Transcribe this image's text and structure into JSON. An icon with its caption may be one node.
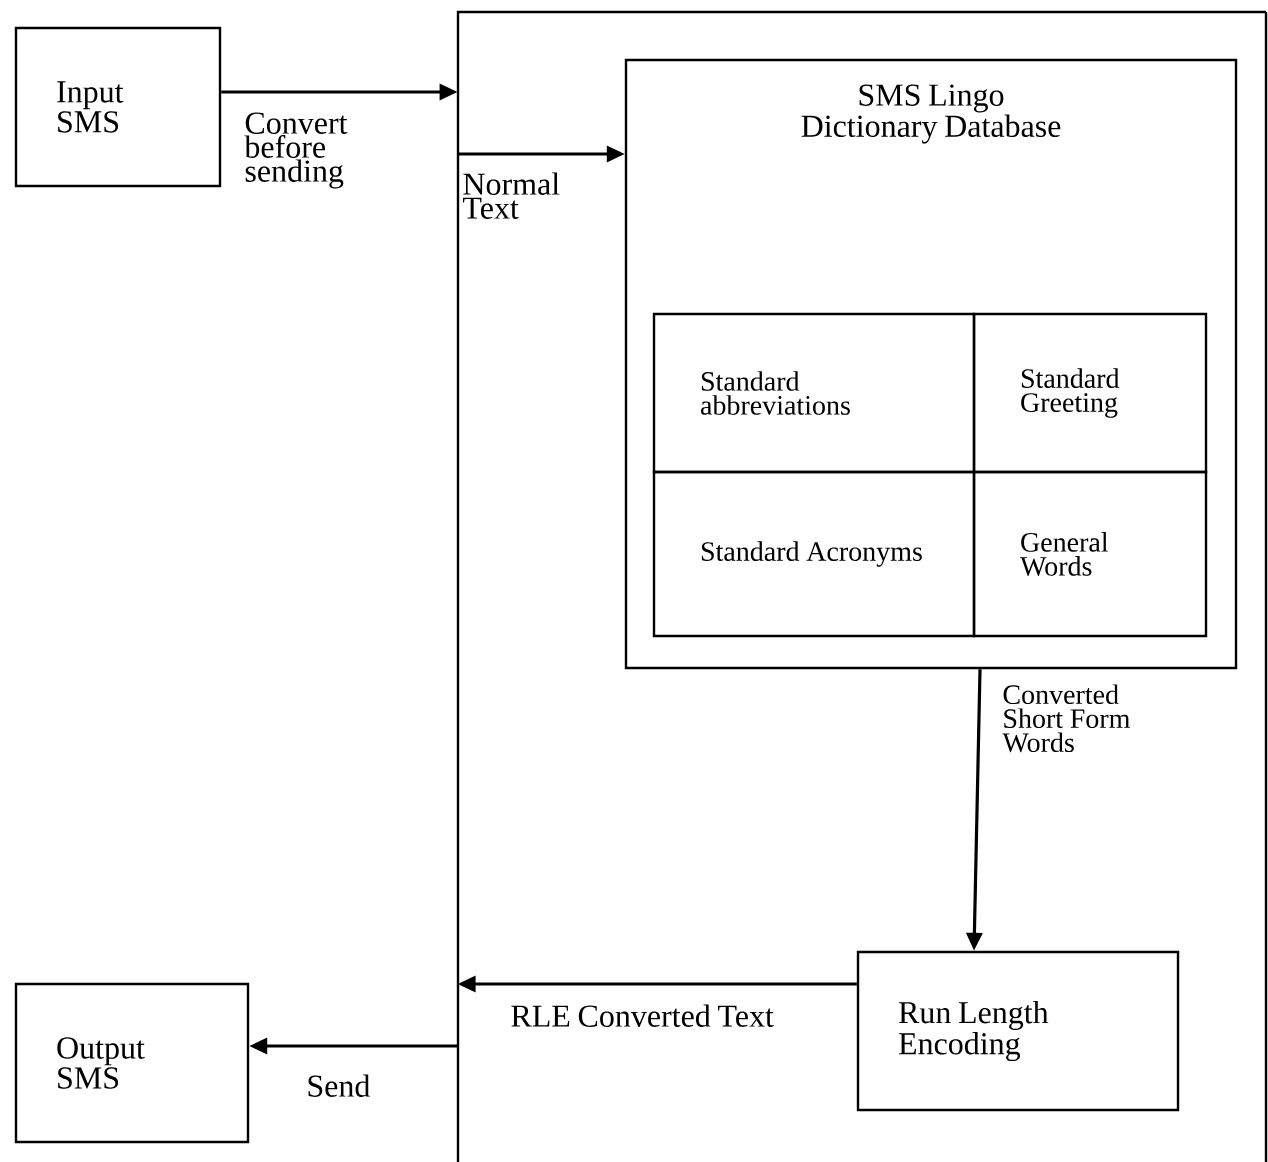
{
  "diagram": {
    "nodes": [
      {
        "text": [
          "Input SMS"
        ]
      },
      {
        "text": [],
        "shape": "box"
      },
      {
        "text": [
          "SMS Lingo Dictionary Database"
        ],
        "in": 1
      },
      {
        "text": [
          "Standard abbreviations"
        ],
        "in": 2
      },
      {
        "text": [
          "Standard Greeting"
        ],
        "in": 2
      },
      {
        "text": [
          "Standard Acronyms"
        ],
        "in": 2
      },
      {
        "text": [
          "General Words"
        ],
        "in": 2
      },
      {
        "text": [
          "Run Length Encoding"
        ],
        "in": 1
      },
      {
        "text": [
          "Output SMS"
        ]
      }
    ],
    "edges": [
      {
        "from": 0,
        "to": 1,
        "arrow": "to",
        "label": "Convert before sending"
      },
      {
        "from": 1,
        "to": 2,
        "arrow": "to",
        "label": "Normal Text"
      },
      {
        "from": 2,
        "to": 7,
        "arrow": "to",
        "label": "Converted Short Form Words"
      },
      {
        "from": 7,
        "to": 1,
        "arrow": "to",
        "label": "RLE Converted Text"
      },
      {
        "from": 1,
        "to": 8,
        "arrow": "to",
        "label": "Send"
      }
    ]
  }
}
